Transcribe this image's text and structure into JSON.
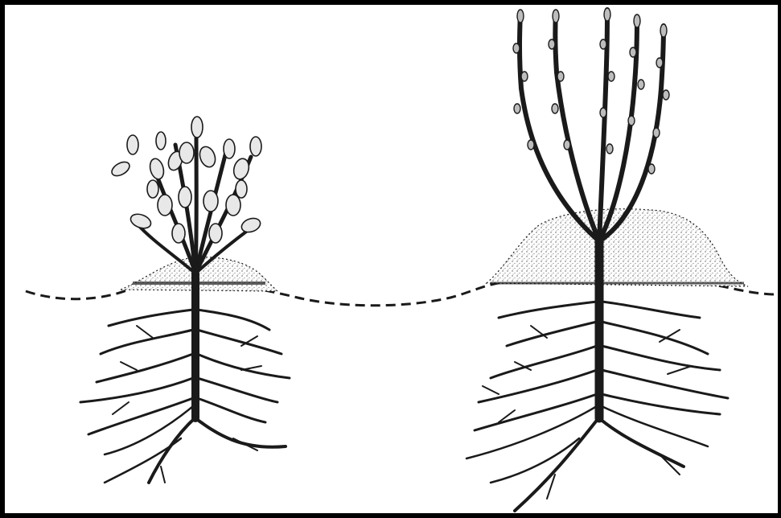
{
  "illustration": {
    "kind": "line drawing",
    "subjects": [
      "small-plant-with-soil-mound",
      "large-plant-with-soil-mound"
    ],
    "colors": {
      "ink": "#1a1a1a",
      "paper": "#ffffff",
      "frame": "#000000"
    }
  }
}
